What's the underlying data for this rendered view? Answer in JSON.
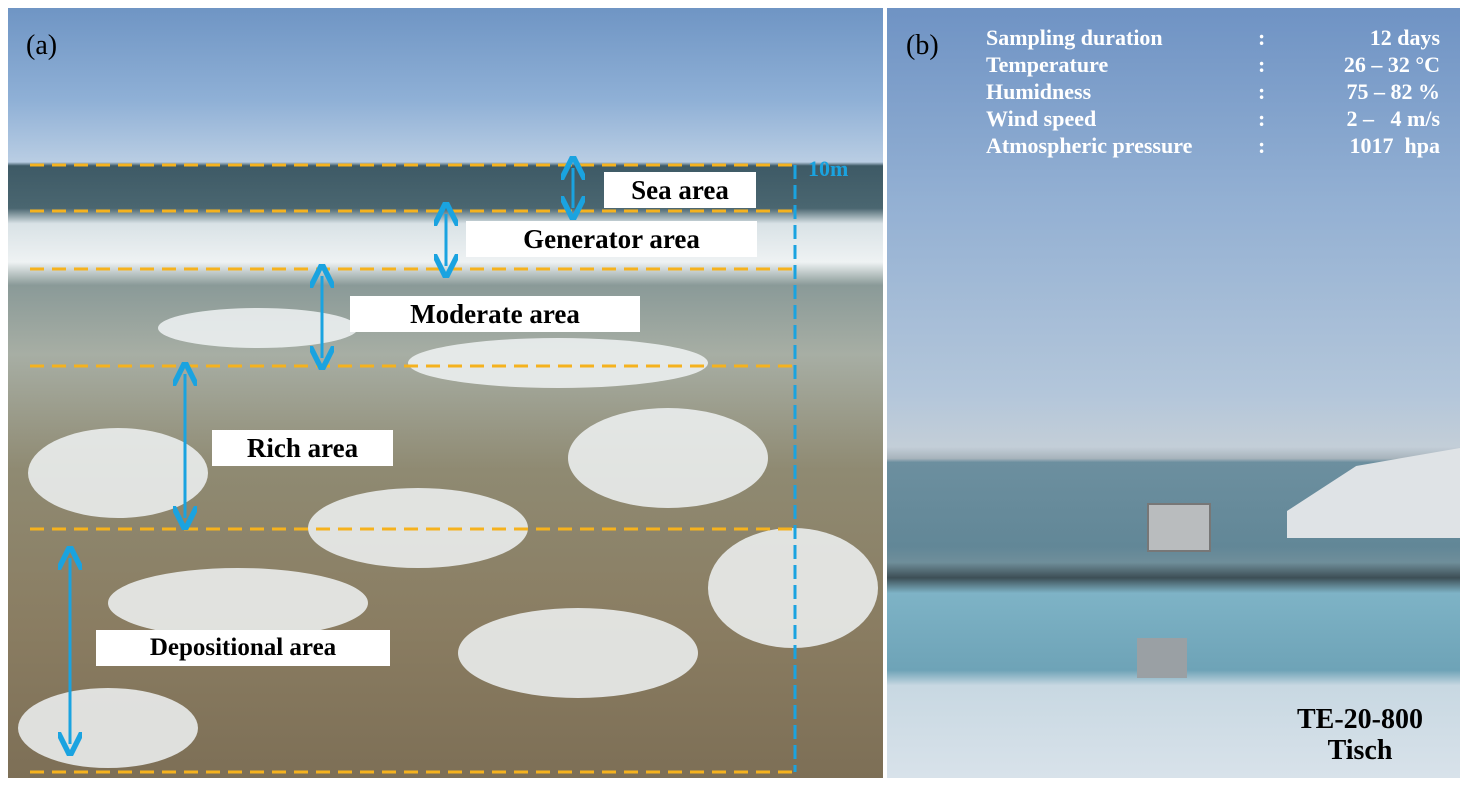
{
  "panel_a": {
    "letter": "(a)",
    "scale_label": "10m",
    "zones": [
      "Sea area",
      "Generator area",
      "Moderate area",
      "Rich area",
      "Depositional area"
    ],
    "colors": {
      "boundary": "#f5b21e",
      "arrow": "#1aa3e0"
    }
  },
  "panel_b": {
    "letter": "(b)",
    "conditions": [
      {
        "label": "Sampling duration",
        "sep": ":",
        "value": "12 days"
      },
      {
        "label": "Temperature",
        "sep": ":",
        "value": "26 – 32 °C"
      },
      {
        "label": "Humidness",
        "sep": ":",
        "value": "75 – 82 %"
      },
      {
        "label": "Wind speed",
        "sep": ":",
        "value": "2 –   4 m/s"
      },
      {
        "label": "Atmospheric pressure",
        "sep": ":",
        "value": "1017  hpa"
      }
    ],
    "sampler_model": "TE-20-800",
    "sampler_brand": "Tisch"
  }
}
